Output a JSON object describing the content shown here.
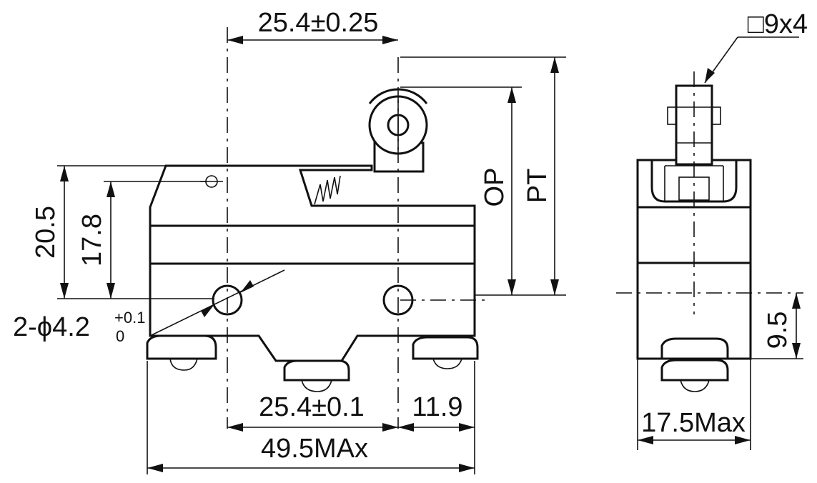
{
  "dimensions": {
    "top_spacing": "25.4±0.25",
    "height_total": "20.5",
    "height_hole": "17.8",
    "hole_prefix": "2-ϕ4.2",
    "hole_tol_upper": "+0.1",
    "hole_tol_lower": "0",
    "bottom_spacing": "25.4±0.1",
    "right_offset": "11.9",
    "overall_width": "49.5MAx",
    "op_label": "OP",
    "pt_label": "PT",
    "roller_size": "□9x4",
    "side_height": "9.5",
    "side_width": "17.5Max"
  }
}
